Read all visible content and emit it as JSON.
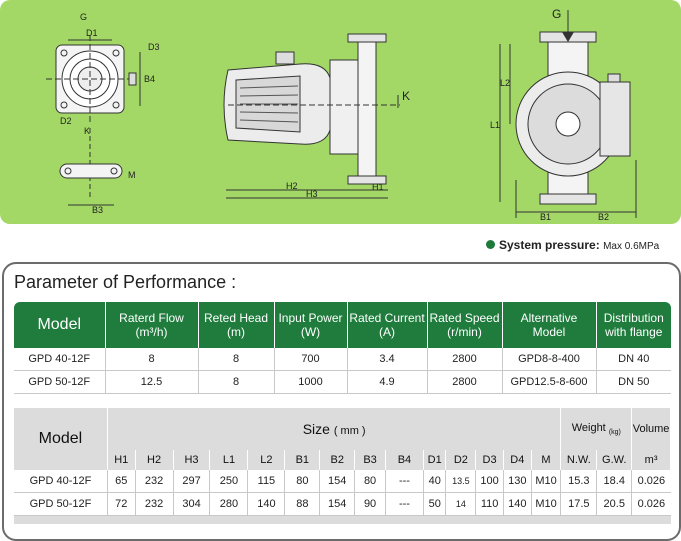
{
  "drawing": {
    "labels": {
      "G5": "G",
      "D1": "D1",
      "D3": "D3",
      "B4": "B4",
      "D2": "D2",
      "K": "K",
      "M": "M",
      "B3": "B3",
      "H1": "H1",
      "H2": "H2",
      "H3": "H3",
      "K2": "K",
      "G": "G",
      "L1": "L1",
      "L2": "L2",
      "B1": "B1",
      "B2": "B2"
    }
  },
  "system_pressure": {
    "label": "System pressure:",
    "value": "Max  0.6MPa"
  },
  "performance": {
    "title": "Parameter of Performance :",
    "headers": [
      "Model",
      "Raterd Flow",
      "(m³/h)",
      "Reted Head",
      "(m)",
      "Input Power",
      "(W)",
      "Rated Current",
      "(A)",
      "Rated Speed",
      "(r/min)",
      "Alternative",
      "Model",
      "Distribution",
      "with flange"
    ],
    "rows": [
      [
        "GPD 40-12F",
        "8",
        "8",
        "700",
        "3.4",
        "2800",
        "GPD8-8-400",
        "DN 40"
      ],
      [
        "GPD 50-12F",
        "12.5",
        "8",
        "1000",
        "4.9",
        "2800",
        "GPD12.5-8-600",
        "DN 50"
      ]
    ]
  },
  "size_table": {
    "model_label": "Model",
    "size_label": "Size",
    "size_unit": "( mm )",
    "weight_label": "Weight",
    "weight_unit": "(kg)",
    "volume_label": "Volume",
    "columns": [
      "H1",
      "H2",
      "H3",
      "L1",
      "L2",
      "B1",
      "B2",
      "B3",
      "B4",
      "D1",
      "D2",
      "D3",
      "D4",
      "M",
      "N.W.",
      "G.W.",
      "m³"
    ],
    "rows": [
      [
        "GPD 40-12F",
        "65",
        "232",
        "297",
        "250",
        "115",
        "80",
        "154",
        "80",
        "---",
        "40",
        "13.5",
        "100",
        "130",
        "M10",
        "15.3",
        "18.4",
        "0.026"
      ],
      [
        "GPD 50-12F",
        "72",
        "232",
        "304",
        "280",
        "140",
        "88",
        "154",
        "90",
        "---",
        "50",
        "14",
        "110",
        "140",
        "M10",
        "17.5",
        "20.5",
        "0.026"
      ]
    ]
  }
}
